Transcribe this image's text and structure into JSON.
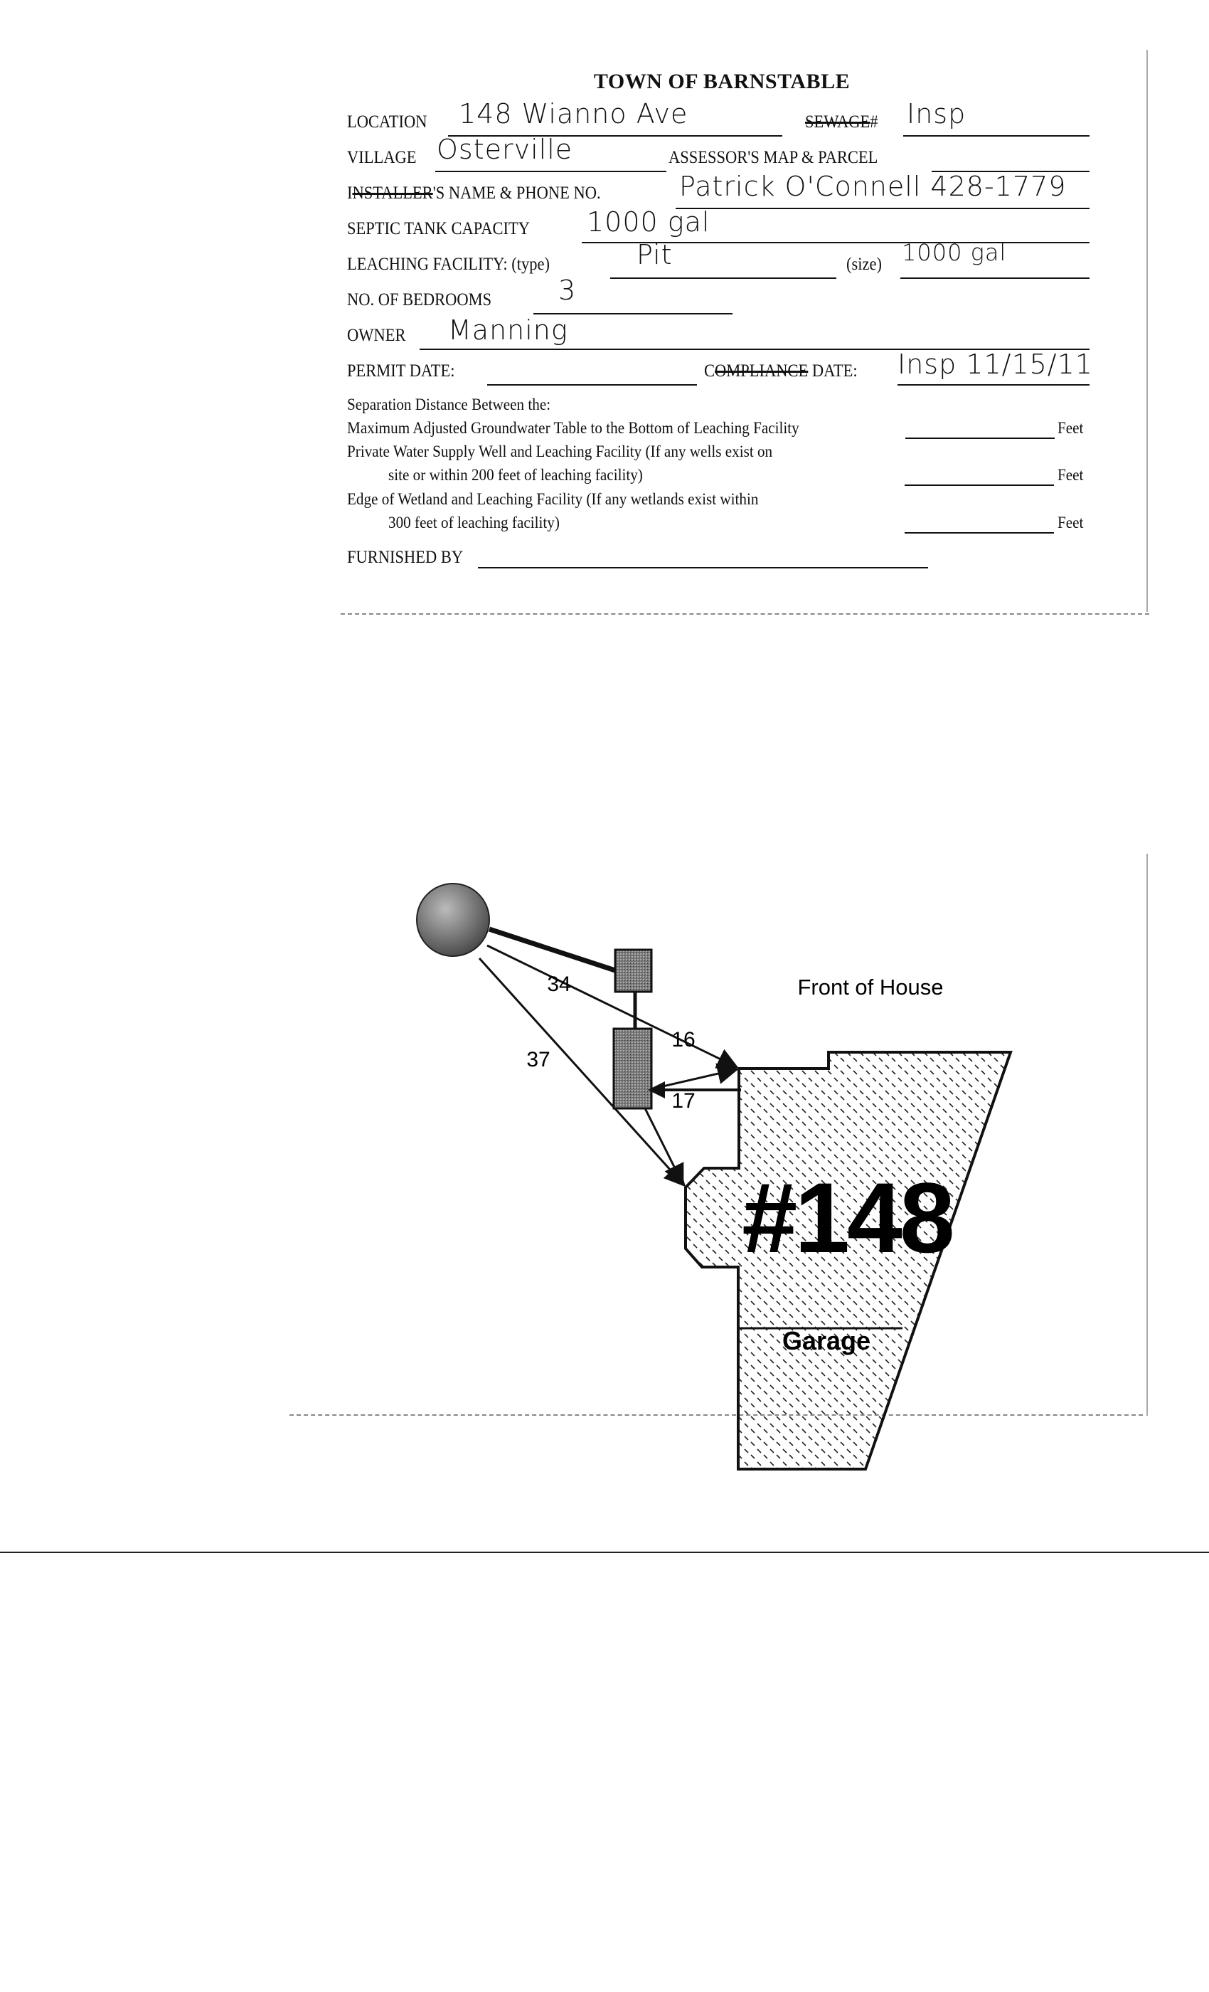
{
  "form": {
    "title": "TOWN OF BARNSTABLE",
    "location_label": "LOCATION",
    "location_value": "148 Wianno Ave",
    "sewage_label_struck": "SEWAGE",
    "sewage_label_suffix": "#",
    "sewage_value": "Insp",
    "village_label": "VILLAGE",
    "village_value": "Osterville",
    "assessor_label": "ASSESSOR'S MAP & PARCEL",
    "installer_label_prefix": "I",
    "installer_label_struck": "NSTALLER",
    "installer_label_suffix": "'S NAME & PHONE NO.",
    "installer_value": "Patrick O'Connell  428-1779",
    "septic_label": "SEPTIC TANK CAPACITY",
    "septic_value": "1000 gal",
    "leaching_label": "LEACHING FACILITY: (type)",
    "leaching_type_value": "Pit",
    "size_label": "(size)",
    "size_value": "1000 gal",
    "bedrooms_label": "NO. OF BEDROOMS",
    "bedrooms_value": "3",
    "owner_label": "OWNER",
    "owner_value": "Manning",
    "permit_label": "PERMIT DATE:",
    "compliance_prefix": "C",
    "compliance_struck": "OMPLIANCE",
    "compliance_suffix": " DATE:",
    "compliance_value": "Insp 11/15/11",
    "separation_heading": "Separation Distance Between the:",
    "sep1": "Maximum Adjusted Groundwater Table to the Bottom of Leaching Facility",
    "sep2a": "Private Water Supply Well and Leaching Facility (If any wells exist on",
    "sep2b": "site or within 200 feet of leaching facility)",
    "sep3a": "Edge of Wetland and Leaching Facility (If any wetlands exist within",
    "sep3b": "300 feet of leaching facility)",
    "feet": "Feet",
    "furnished_label": "FURNISHED BY"
  },
  "diagram": {
    "front_label": "Front of House",
    "house_number": "#148",
    "garage_label": "Garage",
    "dist_34": "34",
    "dist_37": "37",
    "dist_16": "16",
    "dist_17": "17"
  }
}
